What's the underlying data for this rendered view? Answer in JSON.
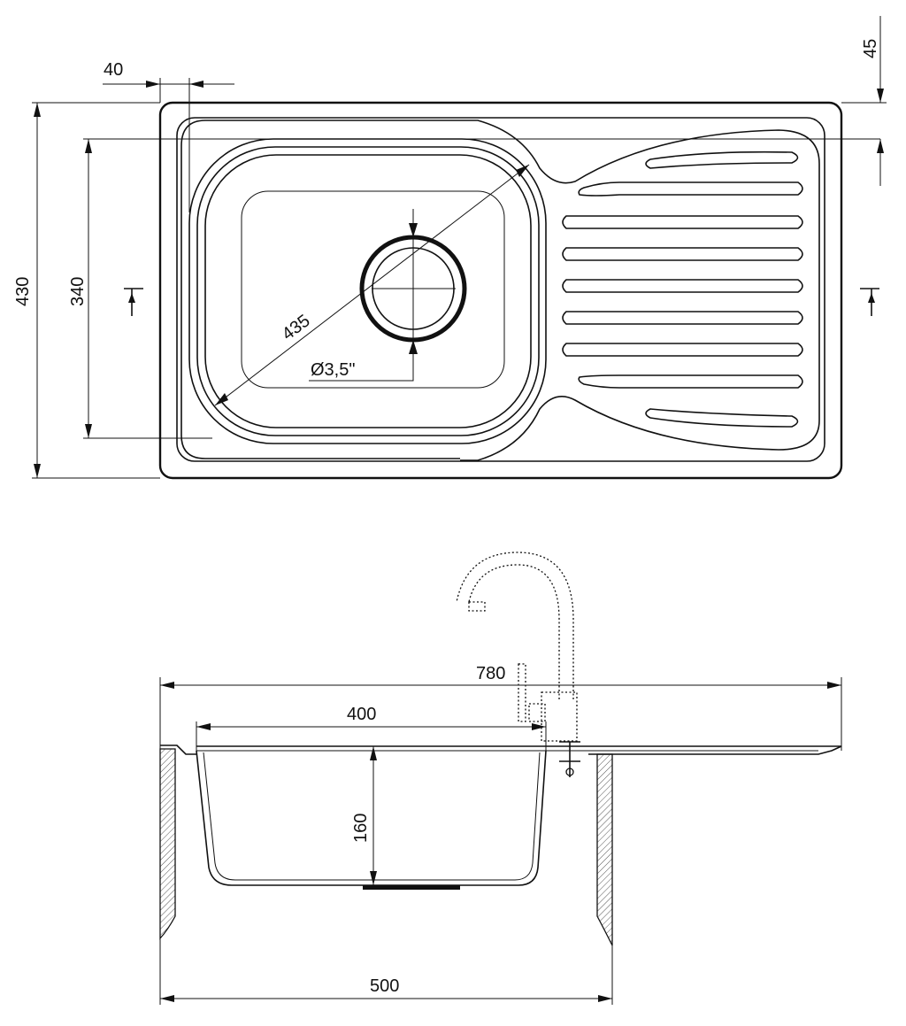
{
  "top_view": {
    "dimensions": {
      "overall_depth": "430",
      "bowl_depth": "340",
      "edge_offset": "40",
      "top_offset": "45",
      "diagonal": "435",
      "drain": "Ø3,5\""
    }
  },
  "side_view": {
    "dimensions": {
      "overall_width": "780",
      "bowl_width": "400",
      "bowl_height": "160",
      "cabinet_width": "500"
    }
  }
}
